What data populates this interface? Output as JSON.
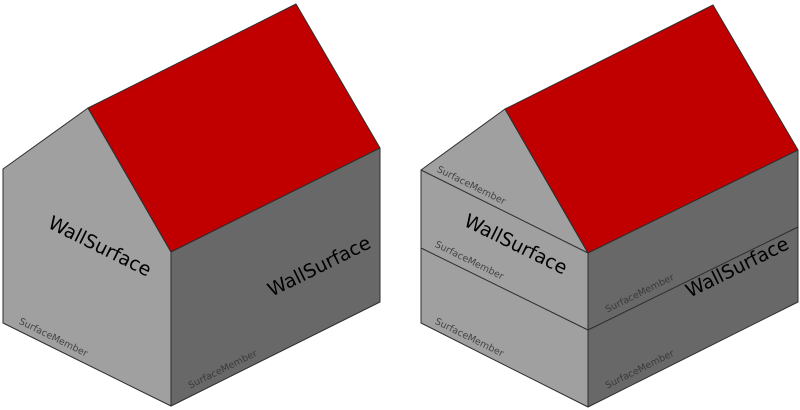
{
  "colors": {
    "roof": "#c00000",
    "front_wall": "#a0a0a0",
    "side_wall": "#686868",
    "edge": "#2e2e2e",
    "small_label_light": "#444444",
    "small_label_dark": "#3a3a3a"
  },
  "left_house": {
    "front_wall_label": "WallSurface",
    "side_wall_label": "WallSurface",
    "front_member_label": "SurfaceMember",
    "side_member_label": "SurfaceMember"
  },
  "right_house": {
    "front_wall_label": "WallSurface",
    "side_wall_label": "WallSurface",
    "front_member_labels": [
      "SurfaceMember",
      "SurfaceMember",
      "SurfaceMember"
    ],
    "side_member_labels": [
      "SurfaceMember",
      "SurfaceMember"
    ]
  }
}
